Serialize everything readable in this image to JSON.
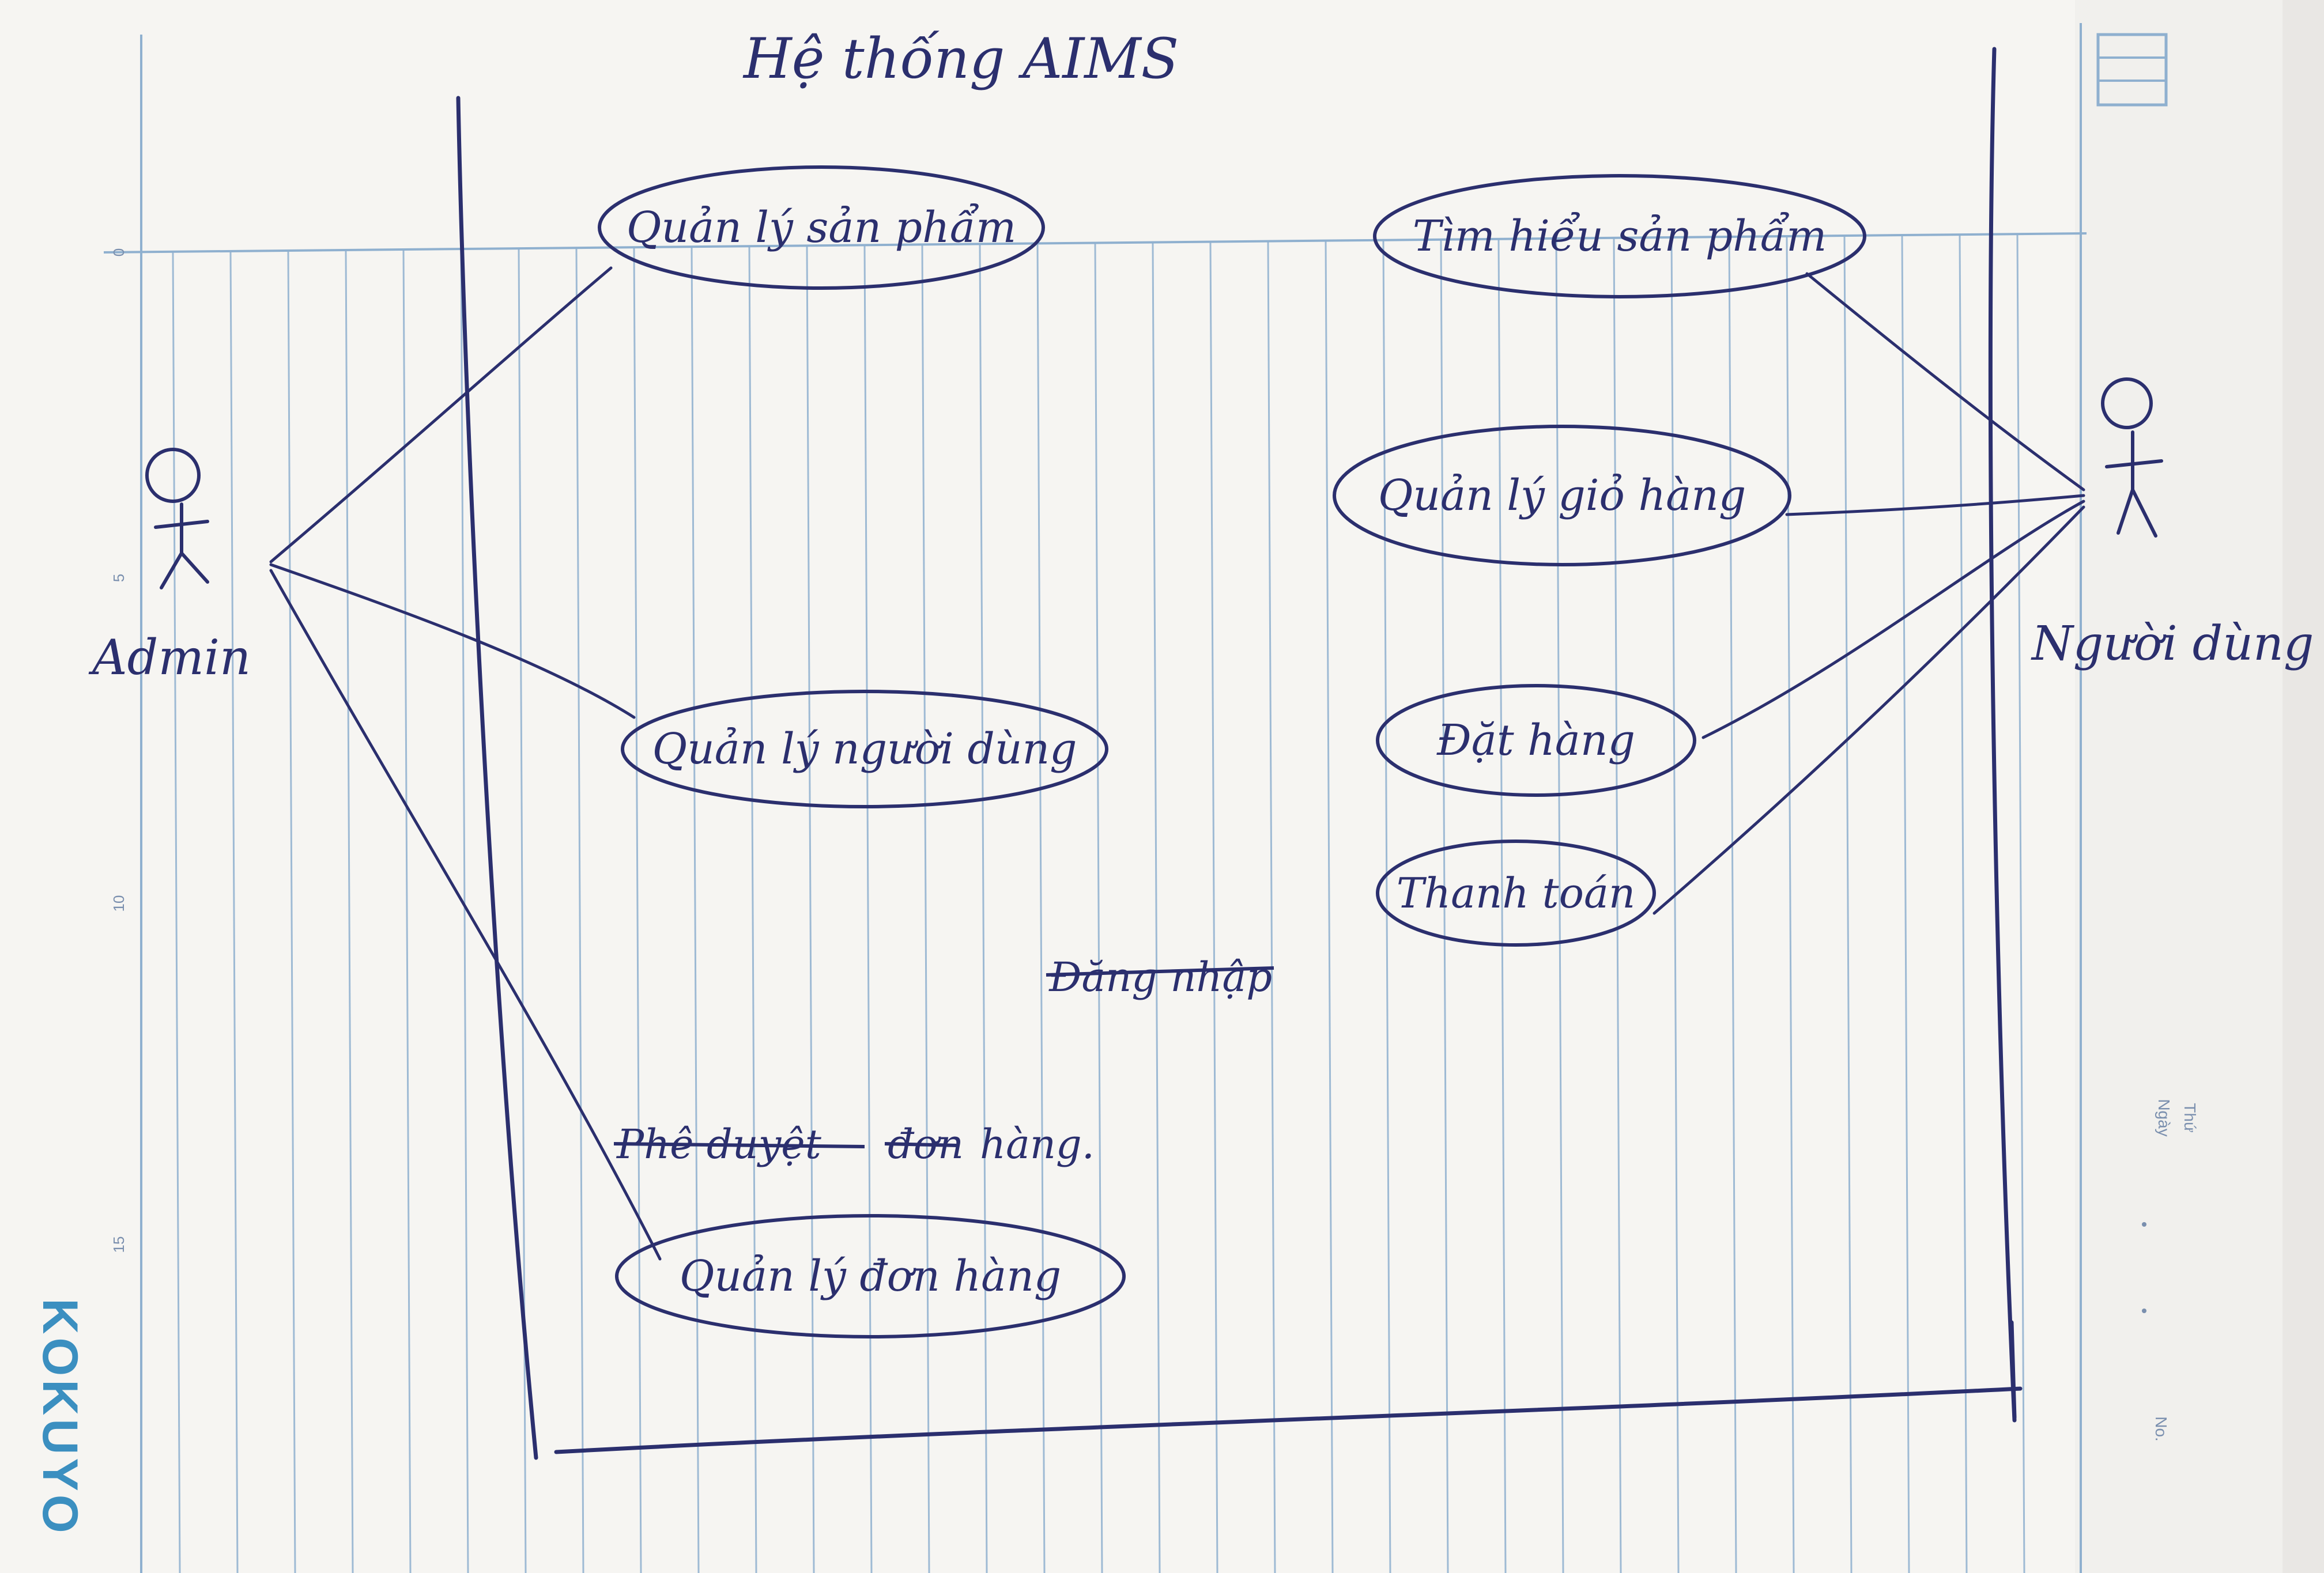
{
  "colors": {
    "paper": "#f6f5f2",
    "ink": "#2b2f6e",
    "rule": "#8fb0cf",
    "print": "#7a8fae",
    "brand": "#3b8fc0",
    "background": "#e9e7e4"
  },
  "diagram": {
    "title": "Hệ thống AIMS",
    "actors": {
      "admin": "Admin",
      "user": "Người dùng"
    },
    "use_cases": {
      "manage_products": "Quản lý sản phẩm",
      "manage_users": "Quản lý người dùng",
      "manage_orders": "Quản lý đơn hàng",
      "browse_products": "Tìm hiểu sản phẩm",
      "manage_cart": "Quản lý giỏ hàng",
      "place_order": "Đặt hàng",
      "payment": "Thanh toán"
    },
    "struck_notes": {
      "login": "Đăng nhập",
      "approve_prefix": "Phê duyệt",
      "approve_middle": "đơn",
      "approve_suffix": "hàng."
    }
  },
  "notebook": {
    "brand": "KOKUYO",
    "scale_ticks": [
      "0",
      "5",
      "10",
      "15"
    ],
    "day_label": "Thứ",
    "date_label": "Ngày",
    "number_label": "No."
  }
}
